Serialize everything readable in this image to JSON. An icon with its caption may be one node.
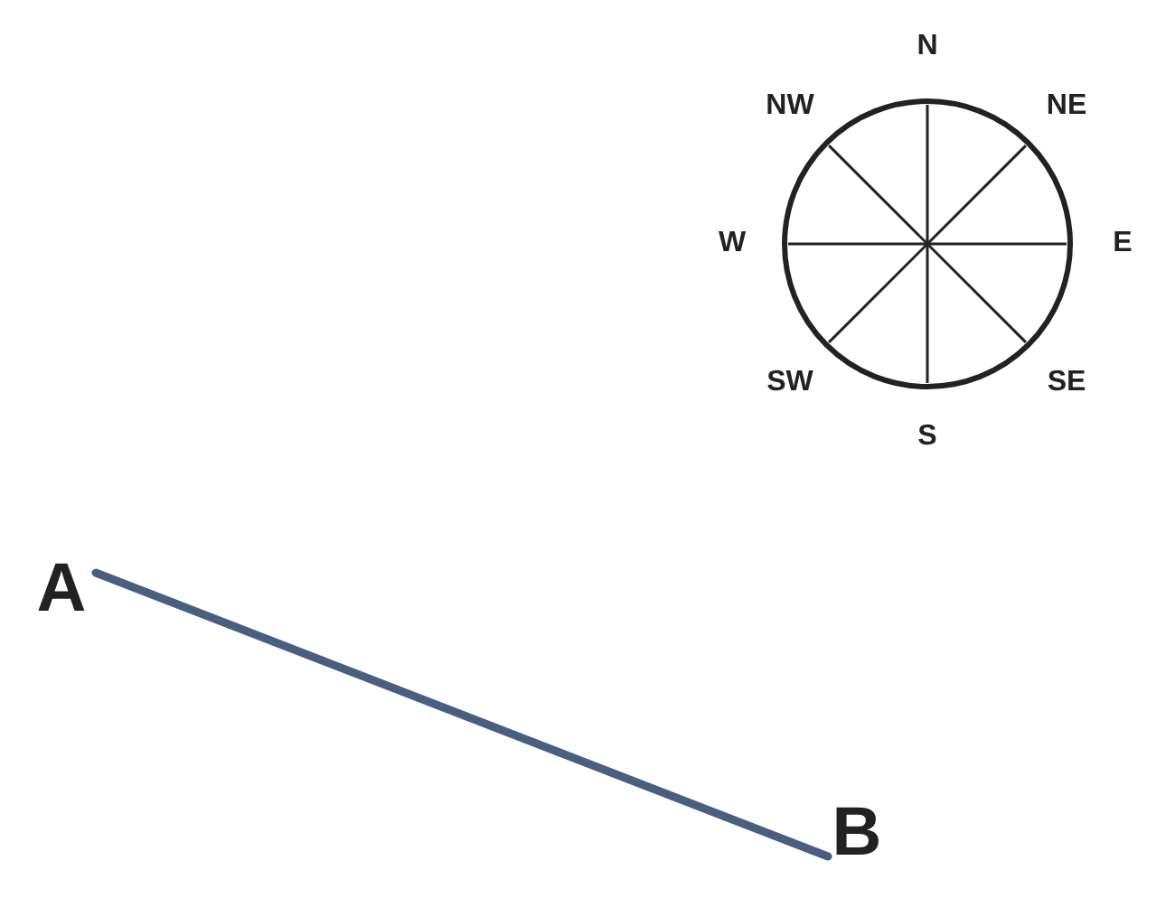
{
  "diagram": {
    "nodes": [
      {
        "text": [
          "A"
        ]
      },
      {
        "text": [
          "B"
        ]
      }
    ],
    "edges": [
      {
        "from": 0,
        "to": 1,
        "arrow": "none"
      }
    ],
    "labels": [
      "N",
      "NW",
      "NE",
      "W",
      "E",
      "SW",
      "SE",
      "S"
    ]
  }
}
